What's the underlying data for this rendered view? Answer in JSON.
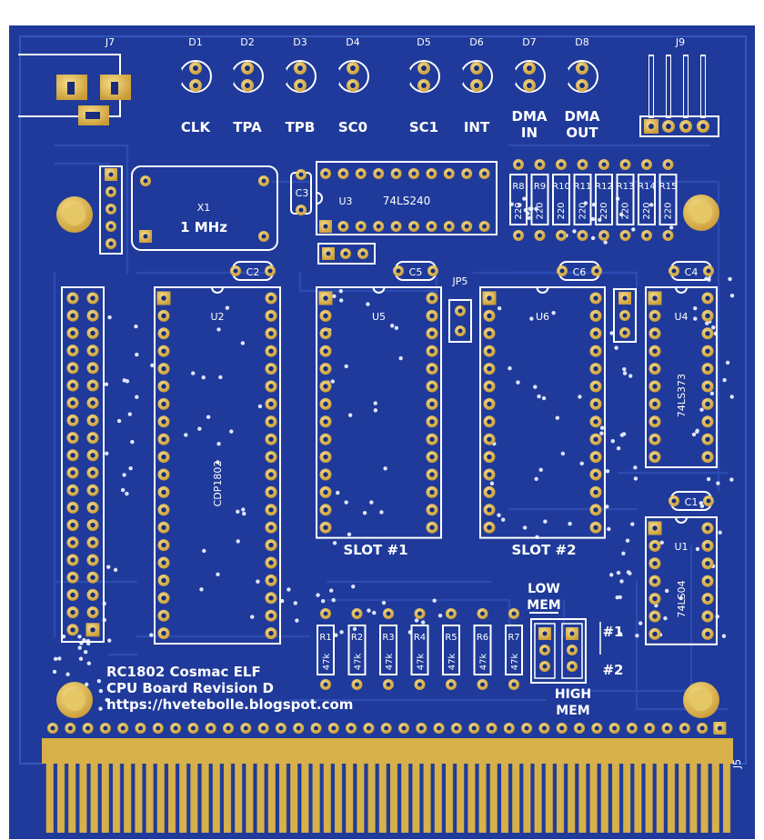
{
  "board": {
    "colors": {
      "soldermask": "#1f3a9a",
      "soldermask_dark": "#172c7c",
      "copper_pour": "#2444a8",
      "gold": "#d9b24a",
      "gold_light": "#f0d27a",
      "silkscreen": "#ffffff",
      "edge_bg": "#e6e6e6"
    },
    "leds": [
      {
        "ref": "D1",
        "label": [
          "CLK"
        ]
      },
      {
        "ref": "D2",
        "label": [
          "TPA"
        ]
      },
      {
        "ref": "D3",
        "label": [
          "TPB"
        ]
      },
      {
        "ref": "D4",
        "label": [
          "SC0"
        ]
      },
      {
        "ref": "D5",
        "label": [
          "SC1"
        ]
      },
      {
        "ref": "D6",
        "label": [
          "INT"
        ]
      },
      {
        "ref": "D7",
        "label": [
          "DMA",
          "IN"
        ]
      },
      {
        "ref": "D8",
        "label": [
          "DMA",
          "OUT"
        ]
      }
    ],
    "connectors": {
      "j7": "J7",
      "j9": "J9",
      "j5": "J5"
    },
    "crystal": {
      "ref": "X1",
      "value": "1 MHz"
    },
    "capacitors": [
      "C1",
      "C2",
      "C3",
      "C4",
      "C5",
      "C6"
    ],
    "ics": {
      "u1": {
        "ref": "U1",
        "part": "74LS04"
      },
      "u2": {
        "ref": "U2",
        "part": "CDP1802"
      },
      "u3": {
        "ref": "U3",
        "part": "74LS240"
      },
      "u4": {
        "ref": "U4",
        "part": "74LS373"
      },
      "u5": {
        "ref": "U5",
        "part": ""
      },
      "u6": {
        "ref": "U6",
        "part": ""
      }
    },
    "resistors_top": [
      {
        "ref": "R8",
        "value": "220"
      },
      {
        "ref": "R9",
        "value": "220"
      },
      {
        "ref": "R10",
        "value": "220"
      },
      {
        "ref": "R11",
        "value": "220"
      },
      {
        "ref": "R12",
        "value": "220"
      },
      {
        "ref": "R13",
        "value": "220"
      },
      {
        "ref": "R14",
        "value": "220"
      },
      {
        "ref": "R15",
        "value": "220"
      }
    ],
    "resistors_bottom": [
      {
        "ref": "R1",
        "value": "47k"
      },
      {
        "ref": "R2",
        "value": "47k"
      },
      {
        "ref": "R3",
        "value": "47k"
      },
      {
        "ref": "R4",
        "value": "47k"
      },
      {
        "ref": "R5",
        "value": "47k"
      },
      {
        "ref": "R6",
        "value": "47k"
      },
      {
        "ref": "R7",
        "value": "47k"
      }
    ],
    "jumper": "JP5",
    "slots": {
      "slot1": "SLOT #1",
      "slot2": "SLOT #2"
    },
    "mem": {
      "low": [
        "LOW",
        "MEM"
      ],
      "high": [
        "HIGH",
        "MEM"
      ],
      "opt1": "#1",
      "opt2": "#2"
    },
    "title_block": [
      "RC1802 Cosmac ELF",
      "CPU Board Revision D",
      "https://hvetebolle.blogspot.com"
    ]
  }
}
